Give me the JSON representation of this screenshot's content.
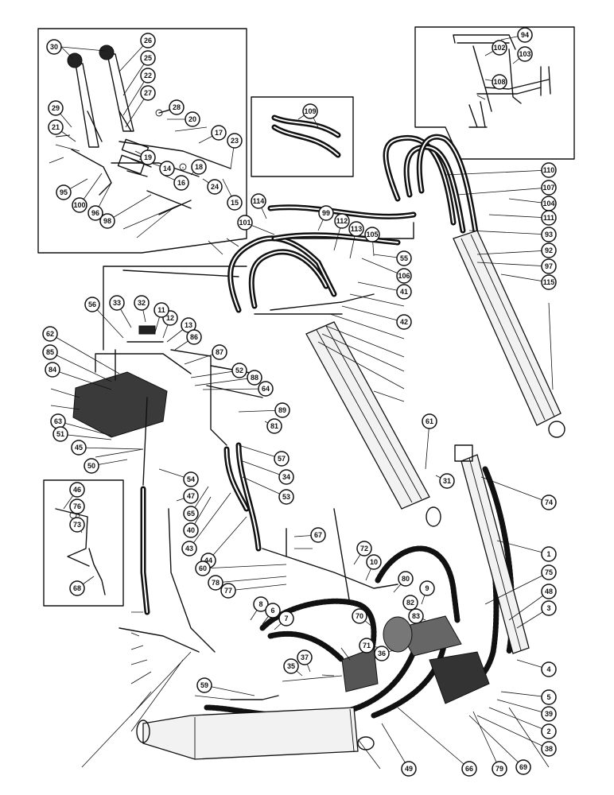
{
  "callouts": [
    "30",
    "26",
    "25",
    "22",
    "27",
    "28",
    "29",
    "21",
    "20",
    "17",
    "23",
    "19",
    "14",
    "18",
    "16",
    "24",
    "15",
    "95",
    "100",
    "96",
    "98",
    "94",
    "102",
    "103",
    "108",
    "109",
    "110",
    "107",
    "104",
    "111",
    "93",
    "92",
    "97",
    "115",
    "114",
    "101",
    "99",
    "112",
    "113",
    "105",
    "106",
    "55",
    "41",
    "42",
    "61",
    "31",
    "56",
    "33",
    "32",
    "12",
    "13",
    "11",
    "62",
    "85",
    "84",
    "86",
    "87",
    "52",
    "88",
    "64",
    "89",
    "81",
    "63",
    "51",
    "45",
    "50",
    "57",
    "34",
    "53",
    "54",
    "47",
    "65",
    "40",
    "43",
    "44",
    "46",
    "76",
    "73",
    "68",
    "74",
    "1",
    "75",
    "48",
    "3",
    "4",
    "5",
    "39",
    "2",
    "38",
    "69",
    "79",
    "66",
    "49",
    "67",
    "72",
    "10",
    "9",
    "80",
    "82",
    "83",
    "60",
    "78",
    "77",
    "8",
    "6",
    "7",
    "70",
    "71",
    "36",
    "37",
    "35",
    "59"
  ]
}
